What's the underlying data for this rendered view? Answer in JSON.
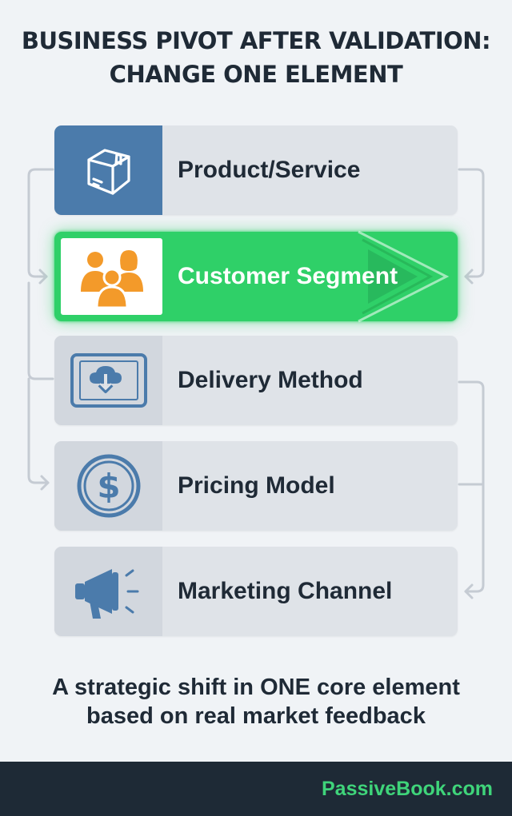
{
  "title": {
    "line1": "BUSINESS PIVOT AFTER VALIDATION:",
    "line2": "CHANGE ONE ELEMENT"
  },
  "elements": [
    {
      "label": "Product/Service",
      "icon": "box-icon"
    },
    {
      "label": "Customer Segment",
      "icon": "people-icon",
      "highlighted": true
    },
    {
      "label": "Delivery Method",
      "icon": "tablet-cloud-download-icon"
    },
    {
      "label": "Pricing Model",
      "icon": "dollar-coin-icon"
    },
    {
      "label": "Marketing Channel",
      "icon": "megaphone-icon"
    }
  ],
  "caption": {
    "line1": "A strategic shift in ONE core element",
    "line2": "based on real market feedback"
  },
  "footer": {
    "brand": "PassiveBook.com"
  },
  "colors": {
    "highlight": "#2fd068",
    "product_icon_bg": "#4b7bab",
    "accent_orange": "#f39a2a",
    "icon_blue": "#4b7bab",
    "footer_bg": "#1e2a36",
    "brand_green": "#3fd47a"
  }
}
